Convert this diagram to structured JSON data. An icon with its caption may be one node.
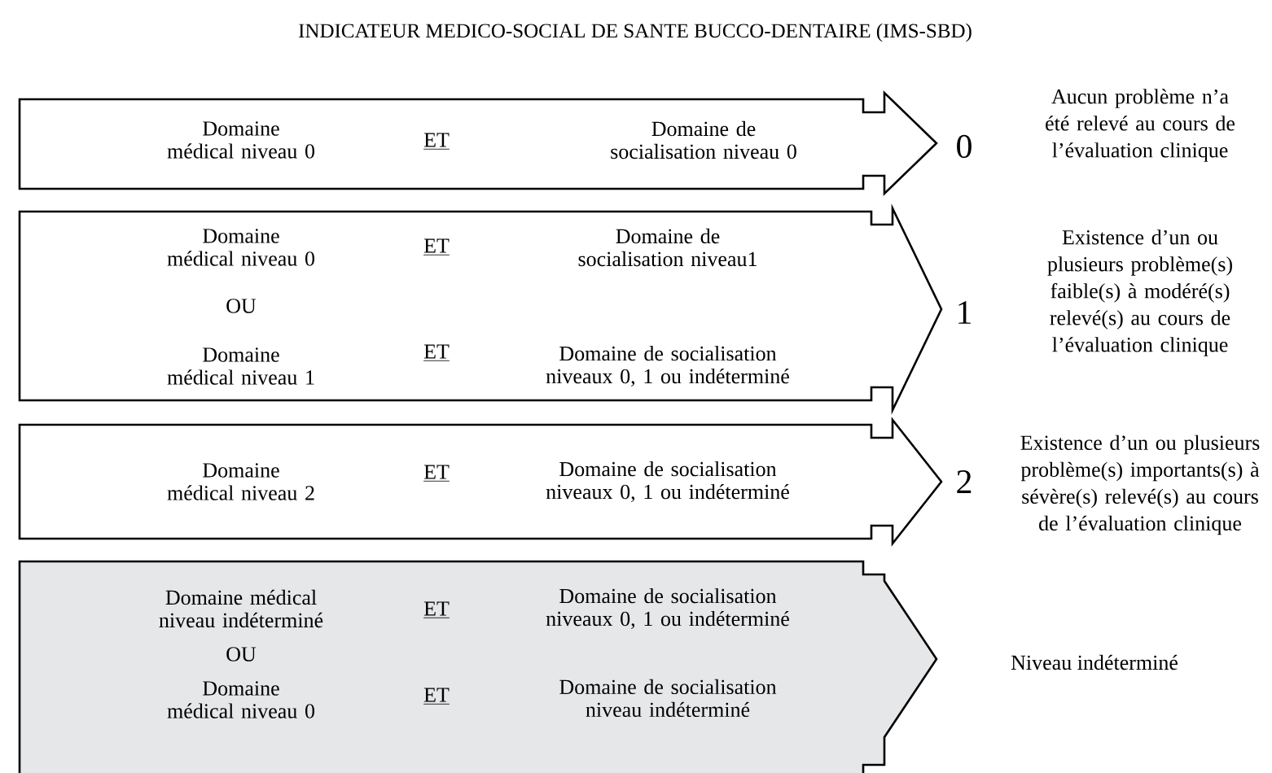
{
  "diagram": {
    "title": "INDICATEUR MEDICO-SOCIAL DE SANTE BUCCO-DENTAIRE (IMS-SBD)",
    "nodes": [
      {
        "text": [
          "Domaine médical niveau 0",
          "ET",
          "Domaine de socialisation niveau 0"
        ],
        "beside": [
          "0",
          "Aucun problème n’a été relevé au cours de l’évaluation clinique"
        ]
      },
      {
        "text": [
          "Domaine médical niveau 0",
          "ET",
          "Domaine de socialisation niveau1",
          "OU",
          "Domaine médical niveau 1",
          "ET",
          "Domaine de socialisation niveaux 0, 1 ou indéterminé"
        ],
        "beside": [
          "1",
          "Existence d’un ou plusieurs problème(s) faible(s) à modéré(s) relevé(s) au cours de l’évaluation clinique"
        ]
      },
      {
        "text": [
          "Domaine médical niveau 2",
          "ET",
          "Domaine de socialisation niveaux 0, 1 ou indéterminé"
        ],
        "beside": [
          "2",
          "Existence d’un ou plusieurs problème(s) importants(s) à sévère(s) relevé(s) au cours de l’évaluation clinique"
        ]
      },
      {
        "text": [
          "Domaine médical niveau indéterminé",
          "ET",
          "Domaine de socialisation niveaux 0, 1 ou indéterminé",
          "OU",
          "Domaine médical niveau 0",
          "ET",
          "Domaine de socialisation niveau indéterminé"
        ],
        "beside": [
          "Niveau indéterminé"
        ]
      }
    ]
  }
}
